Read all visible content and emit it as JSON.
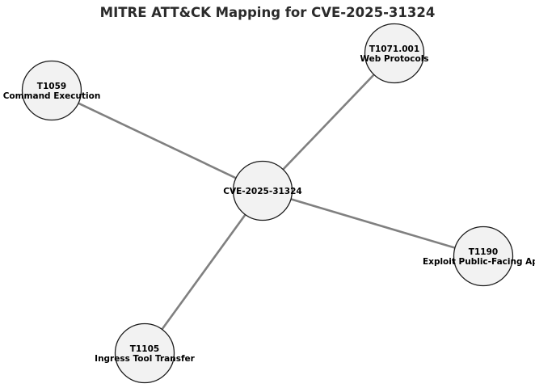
{
  "title": "MITRE ATT&CK Mapping for CVE-2025-31324",
  "colors": {
    "node_fill": "#f2f2f2",
    "node_stroke": "#1a1a1a",
    "edge": "#808080",
    "title": "#2b2b2b"
  },
  "center": {
    "label": "CVE-2025-31324"
  },
  "techniques": [
    {
      "id": "T1071.001",
      "name": "Web Protocols"
    },
    {
      "id": "T1059",
      "name": "Command Execution"
    },
    {
      "id": "T1190",
      "name": "Exploit Public-Facing Application"
    },
    {
      "id": "T1105",
      "name": "Ingress Tool Transfer"
    }
  ],
  "edges": [
    {
      "from": "CVE-2025-31324",
      "to": "T1071.001"
    },
    {
      "from": "CVE-2025-31324",
      "to": "T1059"
    },
    {
      "from": "CVE-2025-31324",
      "to": "T1190"
    },
    {
      "from": "CVE-2025-31324",
      "to": "T1105"
    }
  ]
}
